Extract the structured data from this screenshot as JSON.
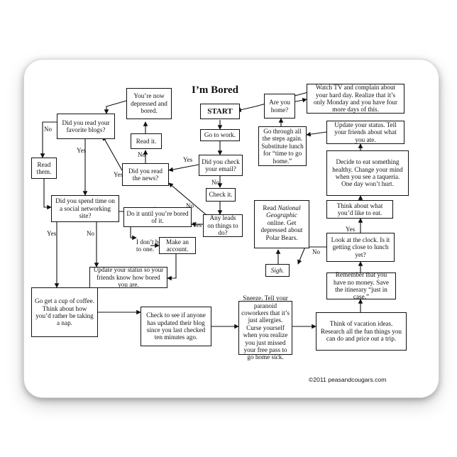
{
  "title": "I’m Bored",
  "nodes": {
    "start": "START",
    "go_to_work": "Go to work.",
    "check_email": "Did you check your email?",
    "check_it": "Check it.",
    "any_leads": "Any leads on things to do?",
    "read_news": "Did you read the news?",
    "read_it": "Read it.",
    "depressed": "You’re now depressed and bored.",
    "fav_blogs": "Did you read your favorite blogs?",
    "read_them": "Read them.",
    "social": "Did you spend time on a social networking site?",
    "do_it_until": "Do it until you’re bored of it.",
    "dont_belong": "I don’t belong to one.",
    "make_account": "Make an account.",
    "update_status_bored": "Update your status so your friends know how bored you are.",
    "coffee": "Go get a cup of coffee. Think about how you’d rather be taking a nap.",
    "check_blog": "Check to see if anyone has updated their blog since you last checked ten minutes ago.",
    "sneeze": "Sneeze. Tell your paranoid coworkers that it’s just allergies. Curse yourself when you realize you just missed your free pass to go home sick.",
    "vacation": "Think of vacation ideas. Research all the fun things you can do and price out a trip.",
    "no_money": "Remember that you have no money. Save the itinerary “just in case.”",
    "look_clock": "Look at the clock. Is it getting close to lunch yet?",
    "sigh": "Sigh.",
    "think_eat": "Think about what you’d like to eat.",
    "eat_healthy": "Decide to eat something healthy. Change your mind when you see a taqueria. One day won’t hurt.",
    "update_ate": "Update your status. Tell your friends about what you ate.",
    "go_through": "Go through all the steps again. Substitute lunch for “time to go home.”",
    "are_you_home": "Are you home?",
    "watch_tv": "Watch TV and complain about your hard day. Realize that it’s only Monday and you have four more days of this.",
    "natgeo_pre": "Read",
    "natgeo_it": "National Geographic",
    "natgeo_post": "online. Get depressed about Polar Bears."
  },
  "labels": {
    "yes": "Yes",
    "no": "No"
  },
  "copyright": "©2011 peasandcougars.com"
}
